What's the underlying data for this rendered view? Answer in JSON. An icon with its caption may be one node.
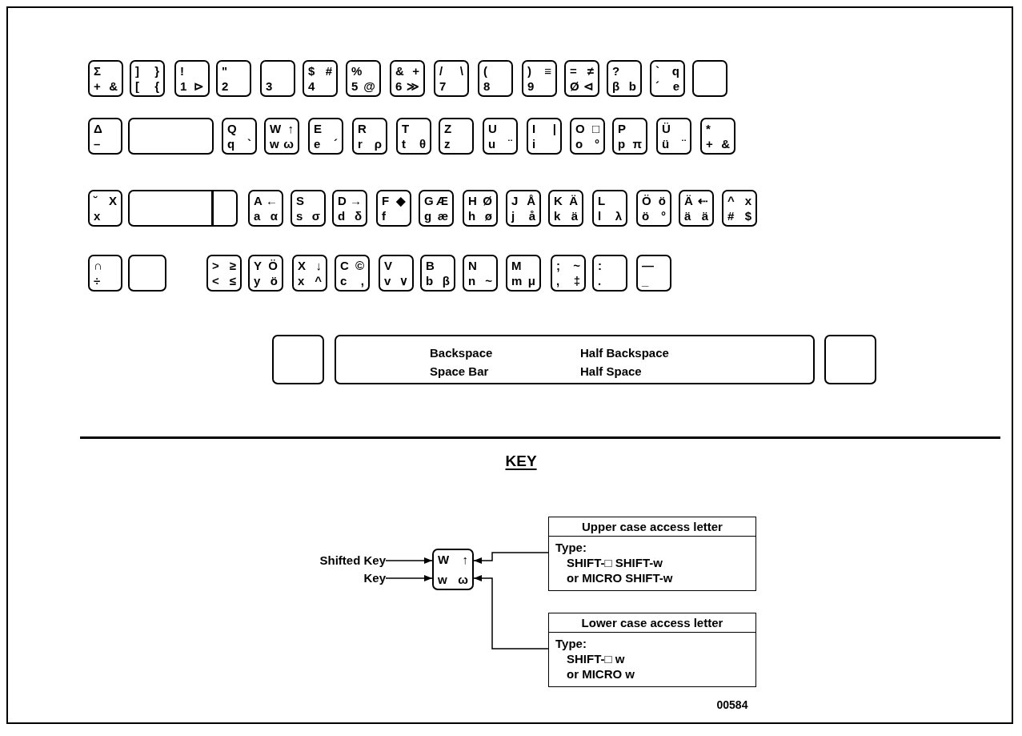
{
  "diagram": {
    "nodes": [
      {
        "text": [
          "Σ",
          "+",
          "&"
        ]
      },
      {
        "text": [
          "]",
          "}",
          "[",
          "{"
        ]
      },
      {
        "text": [
          "!",
          "1",
          "⊳"
        ]
      },
      {
        "text": [
          "\"",
          "2"
        ]
      },
      {
        "text": [
          "3"
        ]
      },
      {
        "text": [
          "$",
          "#",
          "4"
        ]
      },
      {
        "text": [
          "%",
          "5",
          "@"
        ]
      },
      {
        "text": [
          "&",
          "+",
          "6",
          "≫"
        ]
      },
      {
        "text": [
          "/",
          "\\",
          "7"
        ]
      },
      {
        "text": [
          "(",
          "8"
        ]
      },
      {
        "text": [
          ")",
          "≡",
          "9"
        ]
      },
      {
        "text": [
          "=",
          "≠",
          "Ø",
          "⊲"
        ]
      },
      {
        "text": [
          "?",
          "β",
          "b"
        ]
      },
      {
        "text": [
          "`",
          "q",
          "´",
          "e"
        ]
      },
      {
        "text": [],
        "shape": "box"
      },
      {
        "text": [
          "Δ",
          "–"
        ]
      },
      {
        "text": [],
        "shape": "box"
      },
      {
        "text": [
          "Q",
          "q",
          "`"
        ]
      },
      {
        "text": [
          "W",
          "↑",
          "w",
          "ω"
        ]
      },
      {
        "text": [
          "E",
          "e",
          "´"
        ]
      },
      {
        "text": [
          "R",
          "r",
          "ρ"
        ]
      },
      {
        "text": [
          "T",
          "t",
          "θ"
        ]
      },
      {
        "text": [
          "Z",
          "z"
        ]
      },
      {
        "text": [
          "U",
          "u",
          "¨"
        ]
      },
      {
        "text": [
          "I",
          "|",
          "i"
        ]
      },
      {
        "text": [
          "O",
          "□",
          "o",
          "°"
        ]
      },
      {
        "text": [
          "P",
          "p",
          "π"
        ]
      },
      {
        "text": [
          "Ü",
          "ü",
          "¨"
        ]
      },
      {
        "text": [
          "*",
          "+",
          "&"
        ]
      },
      {
        "text": [
          "˘",
          "X",
          "x"
        ]
      },
      {
        "text": [],
        "shape": "box"
      },
      {
        "text": [
          "A",
          "←",
          "a",
          "α"
        ]
      },
      {
        "text": [
          "S",
          "s",
          "σ"
        ]
      },
      {
        "text": [
          "D",
          "→",
          "d",
          "δ"
        ]
      },
      {
        "text": [
          "F",
          "◆",
          "f"
        ]
      },
      {
        "text": [
          "G",
          "Æ",
          "g",
          "æ"
        ]
      },
      {
        "text": [
          "H",
          "Ø",
          "h",
          "ø"
        ]
      },
      {
        "text": [
          "J",
          "Å",
          "j",
          "å"
        ]
      },
      {
        "text": [
          "K",
          "Ä",
          "k",
          "ä"
        ]
      },
      {
        "text": [
          "L",
          "l",
          "λ"
        ]
      },
      {
        "text": [
          "Ö",
          "ö",
          "ö",
          "°"
        ]
      },
      {
        "text": [
          "Ä",
          "⇠",
          "ä",
          "ä"
        ]
      },
      {
        "text": [
          "^",
          "x",
          "#",
          "$"
        ]
      },
      {
        "text": [
          "∩",
          "÷"
        ]
      },
      {
        "text": [],
        "shape": "box"
      },
      {
        "text": [
          ">",
          "≥",
          "<",
          "≤"
        ]
      },
      {
        "text": [
          "Y",
          "Ö",
          "y",
          "ö"
        ]
      },
      {
        "text": [
          "X",
          "↓",
          "x",
          "^"
        ]
      },
      {
        "text": [
          "C",
          "©",
          "c",
          ","
        ]
      },
      {
        "text": [
          "V",
          "v",
          "∨"
        ]
      },
      {
        "text": [
          "B",
          "b",
          "β"
        ]
      },
      {
        "text": [
          "N",
          "n",
          "~"
        ]
      },
      {
        "text": [
          "M",
          "m",
          "μ"
        ]
      },
      {
        "text": [
          ";",
          "~",
          ",",
          "‡"
        ]
      },
      {
        "text": [
          ":",
          "."
        ]
      },
      {
        "text": [
          "—",
          "_"
        ]
      },
      {
        "text": [],
        "shape": "box"
      },
      {
        "text": [
          "Backspace",
          "Half Backspace",
          "Space Bar",
          "Half Space"
        ]
      },
      {
        "text": [],
        "shape": "box"
      },
      {
        "text": [
          "Shifted Key"
        ]
      },
      {
        "text": [
          "Key"
        ]
      },
      {
        "text": [
          "W",
          "↑",
          "w",
          "ω"
        ]
      },
      {
        "text": [
          "Upper case access letter",
          "Type:",
          "SHIFT-□ SHIFT-w",
          "or MICRO SHIFT-w"
        ]
      },
      {
        "text": [
          "Lower case access letter",
          "Type:",
          "SHIFT-□ w",
          "or MICRO w"
        ]
      }
    ],
    "edges": [
      {
        "from": 59,
        "to": 61,
        "arrow": "to"
      },
      {
        "from": 60,
        "to": 61,
        "arrow": "to"
      },
      {
        "from": 62,
        "to": 61,
        "arrow": "to"
      },
      {
        "from": 63,
        "to": 61,
        "arrow": "to"
      }
    ],
    "labels": [
      "KEY",
      "00584"
    ]
  }
}
